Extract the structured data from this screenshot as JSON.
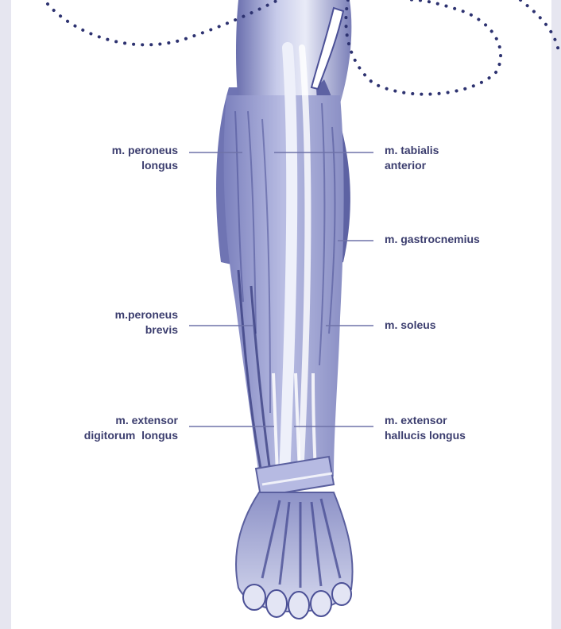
{
  "diagram": {
    "colors": {
      "background": "#e6e6f0",
      "panel": "#ffffff",
      "muscle_dark": "#5a5f9e",
      "muscle_mid": "#9aa0cf",
      "muscle_light": "#d9dcf0",
      "label_text": "#3b3d6e",
      "leader_line": "#6e72a8",
      "dots": "#2d3270"
    },
    "labels": [
      {
        "id": "peroneus-longus",
        "lines": [
          "m. peroneus",
          "longus"
        ]
      },
      {
        "id": "tibialis-anterior",
        "lines": [
          "m. tabialis",
          "anterior"
        ]
      },
      {
        "id": "gastrocnemius",
        "lines": [
          "m. gastrocnemius"
        ]
      },
      {
        "id": "peroneus-brevis",
        "lines": [
          "m.peroneus",
          "brevis"
        ]
      },
      {
        "id": "soleus",
        "lines": [
          "m. soleus"
        ]
      },
      {
        "id": "extensor-digitorum-longus",
        "lines": [
          "m. extensor",
          "digitorum  longus"
        ]
      },
      {
        "id": "extensor-hallucis-longus",
        "lines": [
          "m. extensor",
          "hallucis longus"
        ]
      }
    ]
  }
}
